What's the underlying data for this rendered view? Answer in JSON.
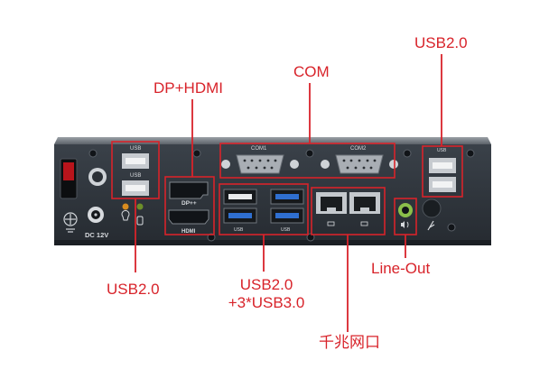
{
  "annotations": {
    "usb_top_right": "USB2.0",
    "dp_hdmi": "DP+HDMI",
    "com": "COM",
    "usb_left": "USB2.0",
    "usb_mixed_line1": "USB2.0",
    "usb_mixed_line2": "+3*USB3.0",
    "line_out": "Line-Out",
    "gigabit_lan": "千兆网口"
  },
  "panel_markings": {
    "usb_left_top": "USB",
    "usb_left_bottom": "USB",
    "dp_port": "DP++",
    "hdmi_port": "HDMI",
    "com1": "COM1",
    "com2": "COM2",
    "usb_right": "USB",
    "usb_small_1": "USB",
    "usb_small_2": "USB",
    "dc_in": "DC 12V"
  },
  "colors": {
    "panel": "#2c3239",
    "annotation_red": "#d8232a",
    "usb3_blue": "#2f6fd0",
    "background": "#ffffff"
  }
}
